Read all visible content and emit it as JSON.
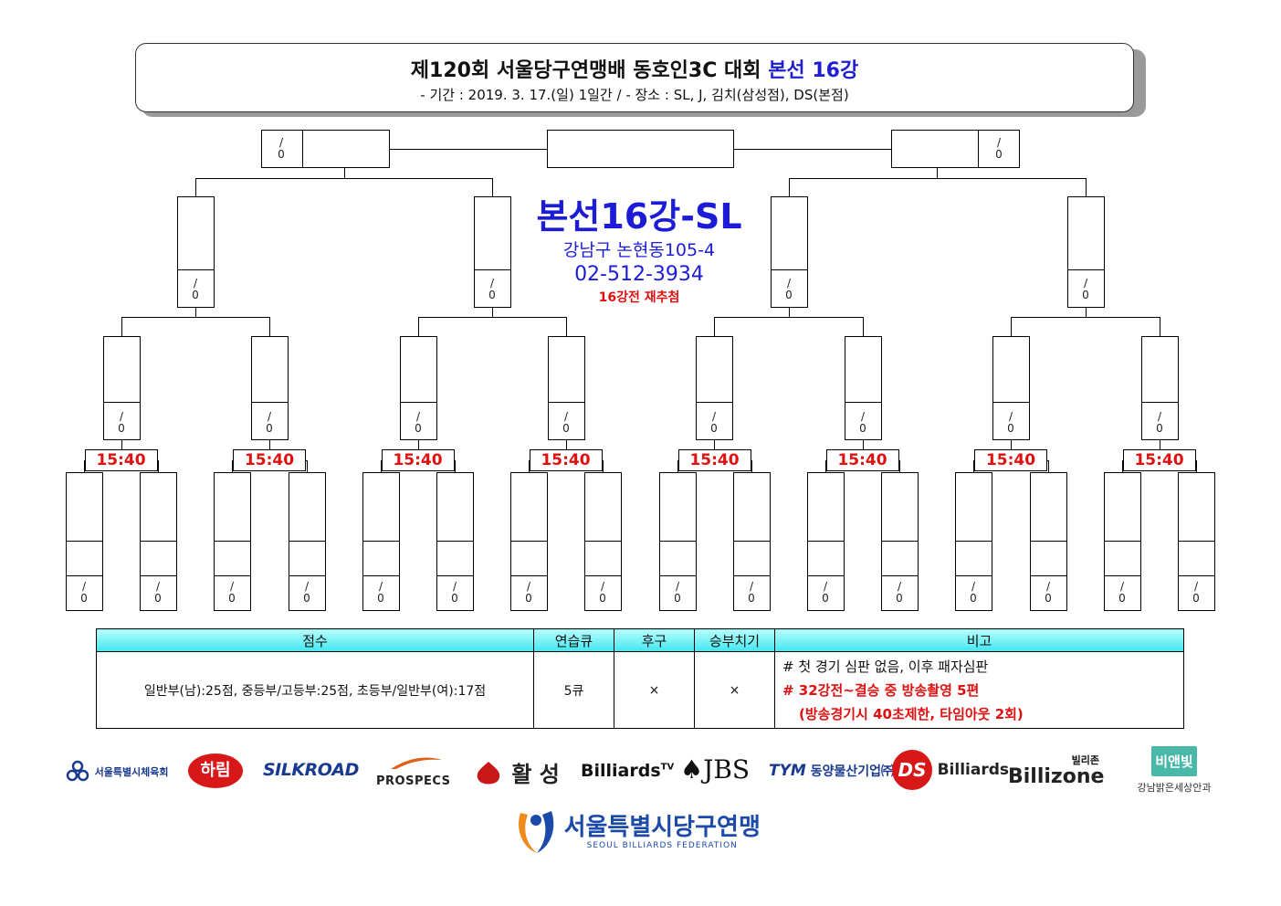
{
  "header": {
    "title_main": "제120회 서울당구연맹배 동호인3C 대회",
    "title_highlight": "본선 16강",
    "subtitle": "- 기간 : 2019. 3. 17.(일) 1일간 / - 장소 : SL, J, 김치(삼성점), DS(본점)"
  },
  "venue": {
    "title": "본선16강-SL",
    "address": "강남구 논현동105-4",
    "phone": "02-512-3934",
    "note": "16강전 재추첨"
  },
  "score_placeholder": {
    "top": "/",
    "bottom": "0"
  },
  "match_time": "15:40",
  "table": {
    "headers": [
      "점수",
      "연습큐",
      "후구",
      "승부치기",
      "비고"
    ],
    "score": "일반부(남):25점, 중등부/고등부:25점, 초등부/일반부(여):17점",
    "practice": "5큐",
    "hugu": "×",
    "tiebreak": "×",
    "notes": [
      "# 첫 경기 심판 없음, 이후 패자심판",
      "# 32강전~결승 중 방송촬영 5편",
      "(방송경기시 40초제한, 타임아웃 2회)"
    ]
  },
  "sponsors": {
    "seoul_sports": "서울특별시체육회",
    "harim": "하림",
    "silkroad": "SILKROAD",
    "prospecs": "PROSPECS",
    "hwalsung": "활 성",
    "billiards_tv": "Billiards",
    "billiards_tv_sup": "TV",
    "jbs": "♠JBS",
    "dongyang": "동양물산기업㈜",
    "ds": "DS",
    "ds_billiards": "Billiards",
    "billizone_kr": "빌리존",
    "billizone": "Billizone",
    "bnb": "비앤빛",
    "bnb_sub": "강남밝은세상안과"
  },
  "federation": {
    "name": "서울특별시당구연맹",
    "english": "SEOUL BILLIARDS FEDERATION"
  },
  "colors": {
    "accent_blue": "#1c1cd8",
    "accent_red": "#e01010",
    "header_cyan": "#3fe7ef"
  }
}
